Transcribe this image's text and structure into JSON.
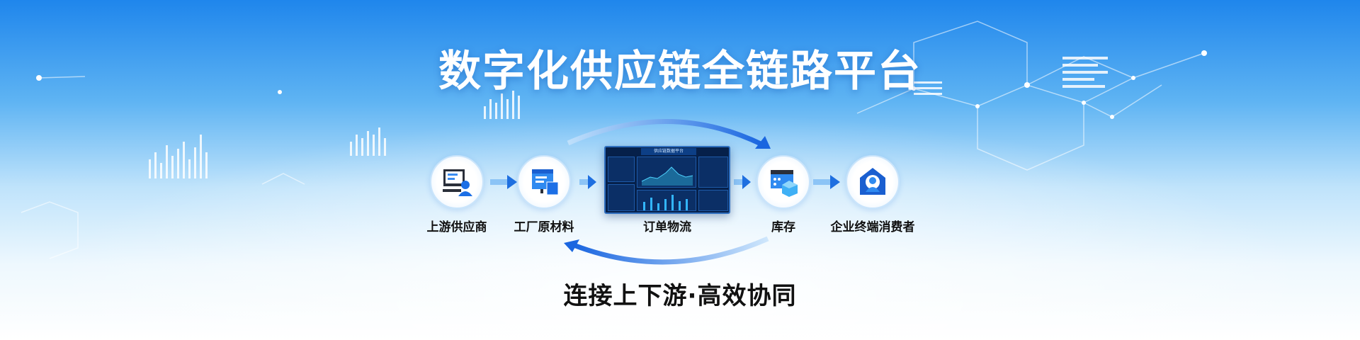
{
  "banner": {
    "title": "数字化供应链全链路平台",
    "subtitle": "连接上下游·高效协同",
    "dashboard_title": "供应链数据平台",
    "nodes": [
      {
        "label": "上游供应商",
        "icon": "supplier-computer-icon"
      },
      {
        "label": "工厂原材料",
        "icon": "factory-materials-icon"
      },
      {
        "label": "订单物流",
        "icon": "dashboard-icon"
      },
      {
        "label": "库存",
        "icon": "inventory-box-icon"
      },
      {
        "label": "企业终端消费者",
        "icon": "consumer-house-icon"
      }
    ],
    "colors": {
      "accent": "#1e6fe0",
      "title": "#ffffff",
      "text": "#111111"
    }
  }
}
